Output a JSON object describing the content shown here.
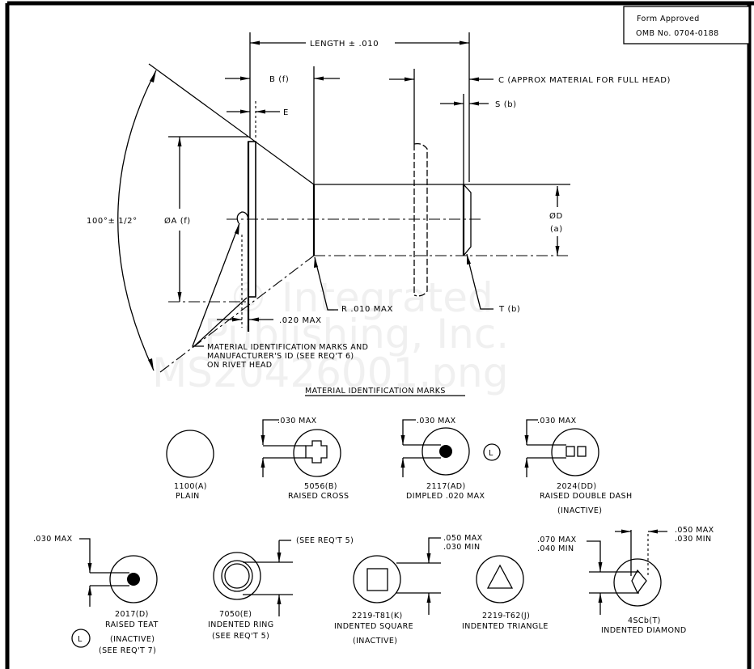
{
  "form_box": {
    "line1": "Form Approved",
    "line2": "OMB No. 0704-0188"
  },
  "watermark": {
    "line1": "© Integrated",
    "line2": "Publishing, Inc.",
    "line3": "MS20426001.png"
  },
  "rivet_drawing": {
    "length_label": "LENGTH ± .010",
    "b_label": "B (f)",
    "e_label": "E",
    "c_label": "C (APPROX MATERIAL FOR FULL HEAD)",
    "s_label": "S (b)",
    "angle_label": "100°± 1/2°",
    "a_label": "ØA (f)",
    "d_label_1": "ØD",
    "d_label_2": "(a)",
    "r_label": "R .010 MAX",
    "t_label": "T (b)",
    "min_label": ".020 MAX",
    "note_line1": "MATERIAL IDENTIFICATION MARKS AND",
    "note_line2": "MANUFACTURER'S ID (SEE REQ'T 6)",
    "note_line3": "ON RIVET HEAD"
  },
  "section_title": "MATERIAL IDENTIFICATION MARKS",
  "marks": [
    {
      "code": "1100(A)",
      "desc": "PLAIN",
      "dim": ""
    },
    {
      "code": "5056(B)",
      "desc": "RAISED CROSS",
      "dim": ".030 MAX"
    },
    {
      "code": "2117(AD)",
      "desc": "DIMPLED .020 MAX",
      "dim": ".030 MAX",
      "badge": "L"
    },
    {
      "code": "2024(DD)",
      "desc": "RAISED DOUBLE DASH",
      "note": "(INACTIVE)",
      "dim": ".030 MAX"
    },
    {
      "code": "2017(D)",
      "desc": "RAISED TEAT",
      "note": "(INACTIVE)",
      "note2": "(SEE REQ'T 7)",
      "dim": ".030 MAX",
      "badge": "L"
    },
    {
      "code": "7050(E)",
      "desc": "INDENTED RING",
      "note": "(SEE REQ'T 5)",
      "dim": "(SEE REQ'T 5)"
    },
    {
      "code": "2219-T81(K)",
      "desc": "INDENTED SQUARE",
      "note": "(INACTIVE)",
      "dim": ".050 MAX",
      "dim2": ".030 MIN"
    },
    {
      "code": "2219-T62(J)",
      "desc": "INDENTED TRIANGLE",
      "dim": ".070 MAX",
      "dim2": ".040 MIN"
    },
    {
      "code": "4SCb(T)",
      "desc": "INDENTED DIAMOND",
      "dim": ".050 MAX",
      "dim2": ".030 MIN"
    }
  ]
}
